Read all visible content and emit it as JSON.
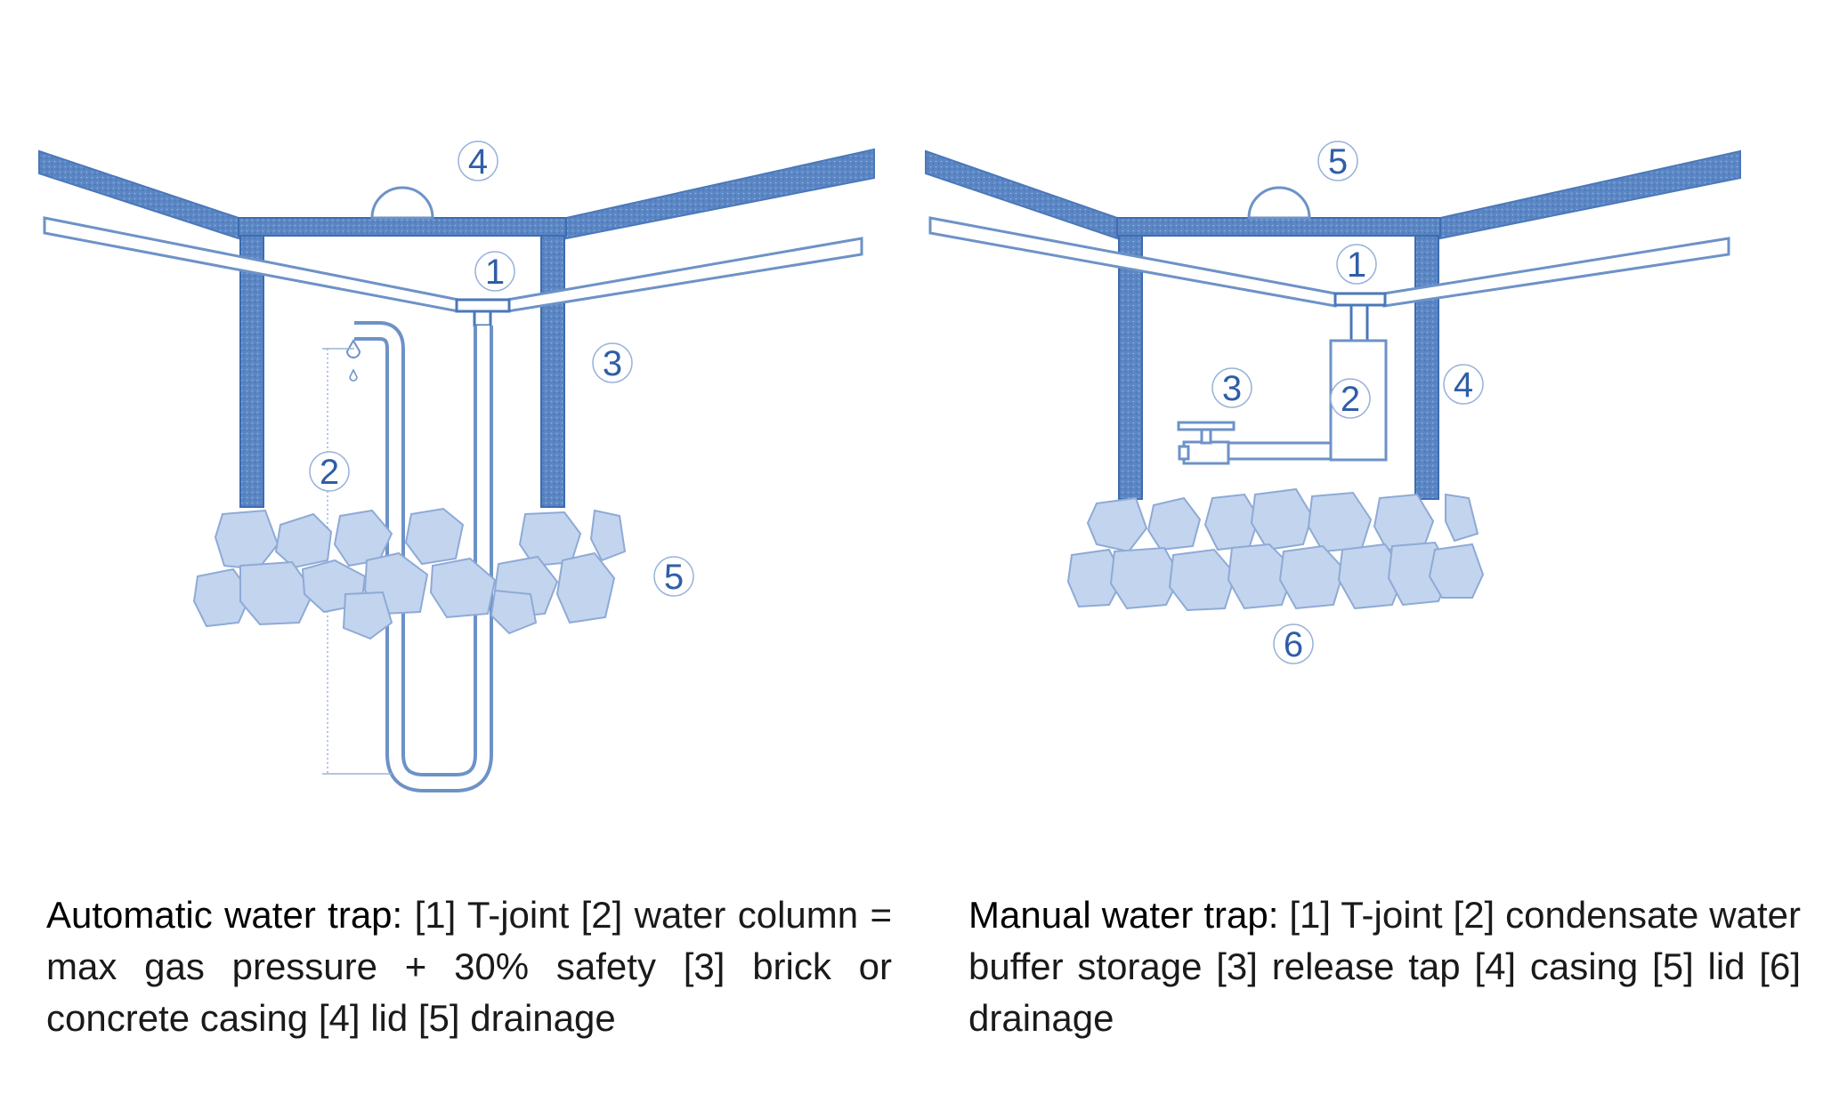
{
  "colors": {
    "wall": "#5b86c4",
    "wall_dark": "#3d6cb0",
    "pipe_stroke": "#6d92c7",
    "stone_fill": "#c3d4ee",
    "stone_stroke": "#8eaad6",
    "callout": "#2f5ea8",
    "text": "#1a1a1a"
  },
  "left_diagram": {
    "callouts": {
      "lid": "4",
      "t_joint": "1",
      "casing": "3",
      "water_column": "2",
      "drainage": "5"
    }
  },
  "right_diagram": {
    "callouts": {
      "lid": "5",
      "t_joint": "1",
      "release_tap": "3",
      "buffer": "2",
      "casing": "4",
      "drainage": "6"
    }
  },
  "captions": {
    "left": {
      "lead": "Automatic water trap:",
      "body": " [1] T-joint [2] water column = max gas pressure + 30% safety [3] brick or concrete casing [4] lid [5] drainage"
    },
    "right": {
      "lead": "Manual water trap:",
      "body": " [1] T-joint [2] condensate water buffer storage [3] release tap [4] casing [5] lid [6] drainage"
    }
  }
}
